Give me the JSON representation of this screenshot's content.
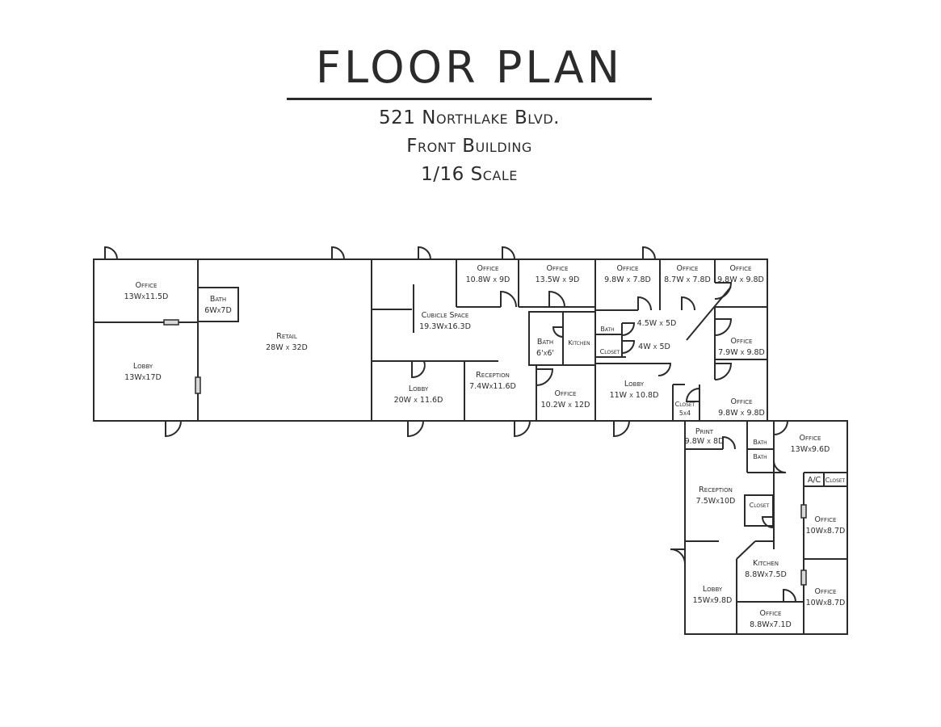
{
  "title": "FLOOR PLAN",
  "subtitle": [
    "521 Northlake Blvd.",
    "Front Building",
    "1/16 Scale"
  ],
  "rooms": {
    "office_a": {
      "name": "Office",
      "dim": "13Wx11.5D"
    },
    "bath_a": {
      "name": "Bath",
      "dim": "6Wx7D"
    },
    "lobby_a": {
      "name": "Lobby",
      "dim": "13Wx17D"
    },
    "retail": {
      "name": "Retail",
      "dim": "28W x 32D"
    },
    "cubicle": {
      "name": "Cubicle Space",
      "dim": "19.3Wx16.3D"
    },
    "office_b": {
      "name": "Office",
      "dim": "10.8W x 9D"
    },
    "office_c": {
      "name": "Office",
      "dim": "13.5W x 9D"
    },
    "office_d": {
      "name": "Office",
      "dim": "9.8W x 7.8D"
    },
    "office_e": {
      "name": "Office",
      "dim": "8.7W x 7.8D"
    },
    "office_f": {
      "name": "Office",
      "dim": "9.8W x 9.8D"
    },
    "bath_b": {
      "name": "Bath",
      "dim": "6'x6'"
    },
    "kitchen_a": {
      "name": "Kitchen"
    },
    "bath_c": {
      "name": "Bath"
    },
    "closet_a": {
      "name": "Closet"
    },
    "room_45x5": {
      "dim": "4.5W x 5D"
    },
    "room_4x5": {
      "dim": "4W x 5D"
    },
    "office_g": {
      "name": "Office",
      "dim": "7.9W x 9.8D"
    },
    "lobby_b": {
      "name": "Lobby",
      "dim": "20W x 11.6D"
    },
    "reception_a": {
      "name": "Reception",
      "dim": "7.4Wx11.6D"
    },
    "office_h": {
      "name": "Office",
      "dim": "10.2W x 12D"
    },
    "lobby_c": {
      "name": "Lobby",
      "dim": "11W x 10.8D"
    },
    "closet_b": {
      "name": "Closet",
      "dim": "5x4"
    },
    "office_i": {
      "name": "Office",
      "dim": "9.8W x 9.8D"
    },
    "print": {
      "name": "Print",
      "dim": "9.8W x 8D"
    },
    "bath_d": {
      "name": "Bath"
    },
    "bath_e": {
      "name": "Bath"
    },
    "office_j": {
      "name": "Office",
      "dim": "13Wx9.6D"
    },
    "ac": {
      "name": "A/C"
    },
    "closet_c": {
      "name": "Closet"
    },
    "reception_b": {
      "name": "Reception",
      "dim": "7.5Wx10D"
    },
    "closet_d": {
      "name": "Closet"
    },
    "office_k": {
      "name": "Office",
      "dim": "10Wx8.7D"
    },
    "kitchen_b": {
      "name": "Kitchen",
      "dim": "8.8Wx7.5D"
    },
    "lobby_d": {
      "name": "Lobby",
      "dim": "15Wx9.8D"
    },
    "office_l": {
      "name": "Office",
      "dim": "10Wx8.7D"
    },
    "office_m": {
      "name": "Office",
      "dim": "8.8Wx7.1D"
    }
  }
}
